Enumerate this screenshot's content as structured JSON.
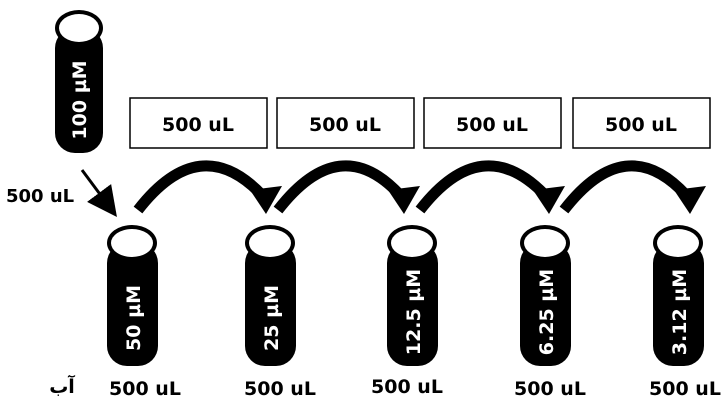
{
  "stock_tube": {
    "label": "100 µM"
  },
  "stock_transfer_label": "500 uL",
  "transfer_boxes": [
    "500 uL",
    "500 uL",
    "500 uL",
    "500 uL"
  ],
  "tubes": [
    {
      "label": "50 µM",
      "volume": "500 uL"
    },
    {
      "label": "25 µM",
      "volume": "500 uL"
    },
    {
      "label": "12.5 µM",
      "volume": "500 uL"
    },
    {
      "label": "6.25 µM",
      "volume": "500 uL"
    },
    {
      "label": "3.12 µM",
      "volume": "500 uL"
    }
  ],
  "water_label": "آب"
}
